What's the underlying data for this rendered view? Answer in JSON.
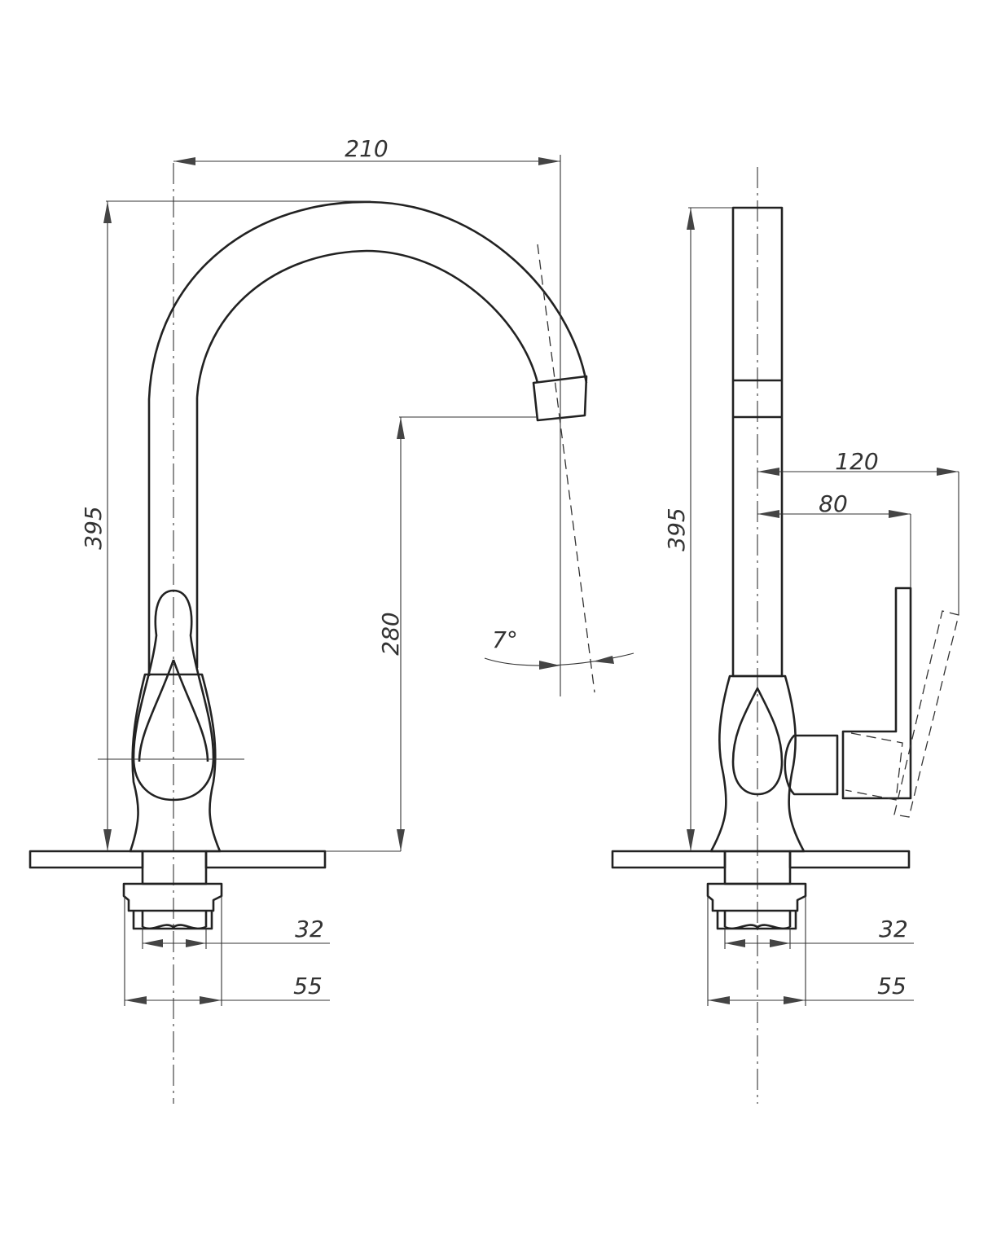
{
  "front_view": {
    "dimensions": {
      "spout_reach": "210",
      "total_height": "395",
      "spout_outlet_height": "280",
      "spout_angle": "7°",
      "thread_diameter": "32",
      "base_diameter": "55"
    }
  },
  "side_view": {
    "dimensions": {
      "total_height": "395",
      "lever_open_reach": "120",
      "lever_closed_reach": "80",
      "thread_diameter": "32",
      "base_diameter": "55"
    }
  }
}
